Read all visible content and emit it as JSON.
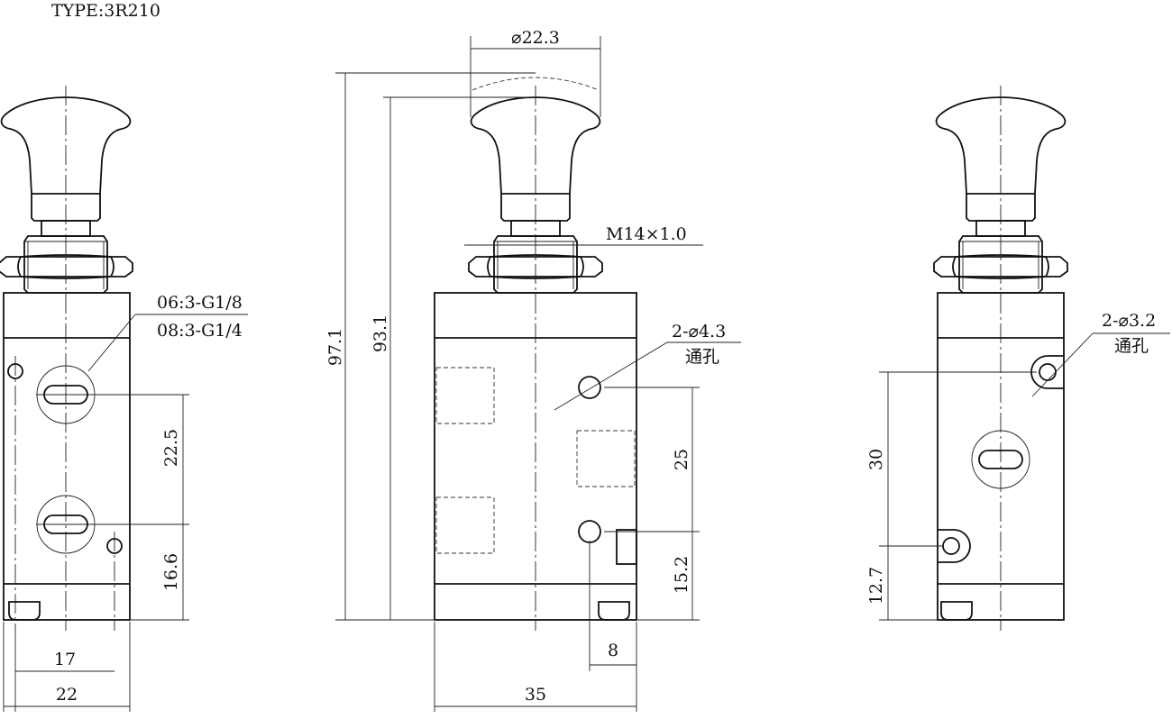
{
  "title": "TYPE:3R210",
  "left_view": {
    "port_label_1": "06:3-G1/8",
    "port_label_2": "08:3-G1/4",
    "dim_port_spacing": "22.5",
    "dim_port_bottom": "16.6",
    "dim_hole_spacing": "17",
    "dim_width": "22"
  },
  "center_view": {
    "dim_knob_diameter": "⌀22.3",
    "dim_thread": "M14×1.0",
    "dim_total_height": "97.1",
    "dim_height": "93.1",
    "dim_mount_holes": "2-⌀4.3",
    "through_hole": "通孔",
    "dim_hole_spacing": "25",
    "dim_hole_bottom": "15.2",
    "dim_tab": "8",
    "dim_depth": "35"
  },
  "right_view": {
    "dim_mount_holes": "2-⌀3.2",
    "through_hole": "通孔",
    "dim_hole_spacing": "30",
    "dim_hole_bottom": "12.7"
  }
}
